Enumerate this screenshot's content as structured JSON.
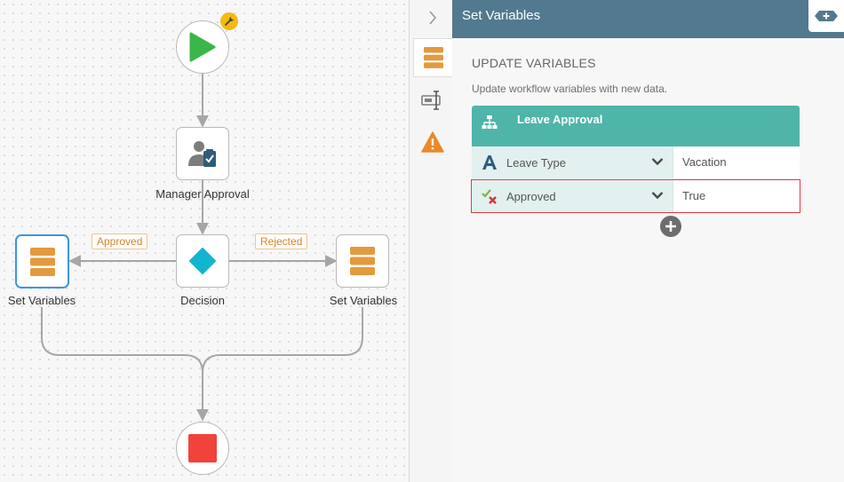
{
  "canvas": {
    "nodes": {
      "start": {
        "icon": "play-icon"
      },
      "manager_approval": {
        "label": "Manager Approval",
        "icon": "user-clipboard-icon"
      },
      "decision": {
        "label": "Decision",
        "icon": "diamond-icon"
      },
      "set_variables_left": {
        "label": "Set Variables",
        "icon": "stack-icon",
        "selected": true
      },
      "set_variables_right": {
        "label": "Set Variables",
        "icon": "stack-icon"
      },
      "stop": {
        "icon": "stop-icon"
      }
    },
    "branches": {
      "approved": "Approved",
      "rejected": "Rejected"
    },
    "start_badge_icon": "wrench-icon"
  },
  "rail": {
    "items": [
      {
        "name": "properties",
        "icon": "stack-icon",
        "active": true
      },
      {
        "name": "form",
        "icon": "text-cursor-icon"
      },
      {
        "name": "warnings",
        "icon": "warning-icon"
      }
    ],
    "collapse_icon": "chevron-right-icon"
  },
  "panel": {
    "title": "Set Variables",
    "header_button_icon": "plus-arrow-icon",
    "section_title": "UPDATE VARIABLES",
    "section_desc": "Update workflow variables with new data.",
    "card": {
      "title": "Leave Approval",
      "icon": "org-chart-icon",
      "rows": [
        {
          "name": "Leave Type",
          "type_icon": "text-type-icon",
          "value": "Vacation"
        },
        {
          "name": "Approved",
          "type_icon": "boolean-icon",
          "value": "True",
          "highlighted": true
        }
      ]
    },
    "add_icon": "plus-circle-icon"
  },
  "colors": {
    "accent": "#4fb5a9",
    "header": "#52798f",
    "highlight": "#e53945",
    "orange": "#e39a3e",
    "start": "#3bb54a",
    "stop": "#f1423b",
    "decision": "#12b5cf"
  }
}
